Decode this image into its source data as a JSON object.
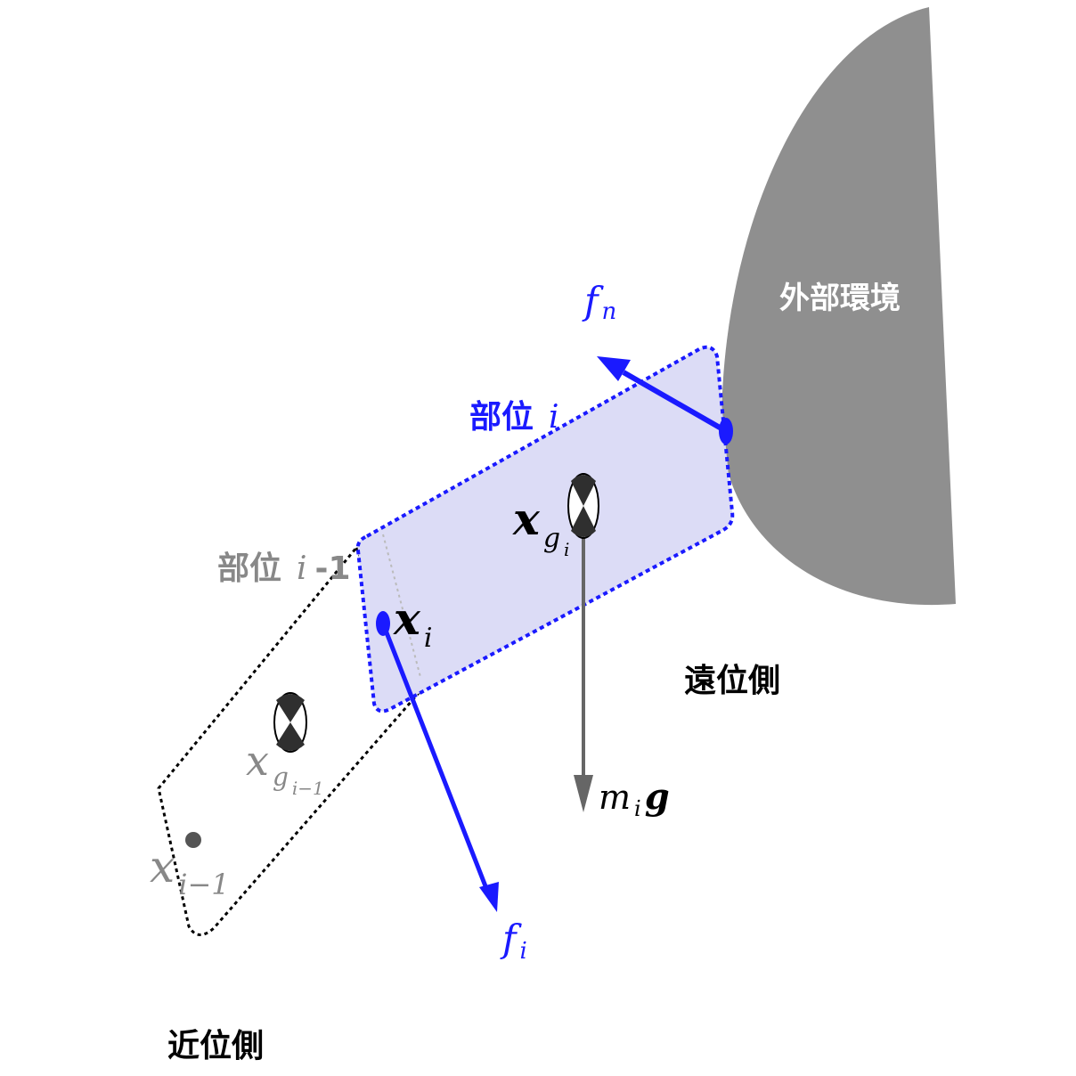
{
  "labels": {
    "environment": "外部環境",
    "segment_i_prefix": "部位",
    "segment_i_var": "i",
    "segment_prev_prefix": "部位",
    "segment_prev_var": "i",
    "segment_prev_suffix": "-1",
    "distal": "遠位側",
    "proximal": "近位側"
  },
  "math": {
    "fn_base": "f",
    "fn_sub": "n",
    "fi_base": "f",
    "fi_sub": "i",
    "xi_base": "x",
    "xi_sub": "i",
    "xgi_base": "x",
    "xgi_sub": "g",
    "xgi_subsub": "i",
    "xgprev_base": "x",
    "xgprev_sub": "g",
    "xgprev_subsub": "i−1",
    "xprev_base": "x",
    "xprev_sub": "i−1",
    "mg_m": "m",
    "mg_sub": "i",
    "mg_g": "g"
  },
  "colors": {
    "blue": "#1a1aff",
    "segment_fill": "#dcdcf6",
    "environment": "#8f8f8f",
    "gravity_arrow": "#666666",
    "prev_segment_text": "#888888"
  }
}
